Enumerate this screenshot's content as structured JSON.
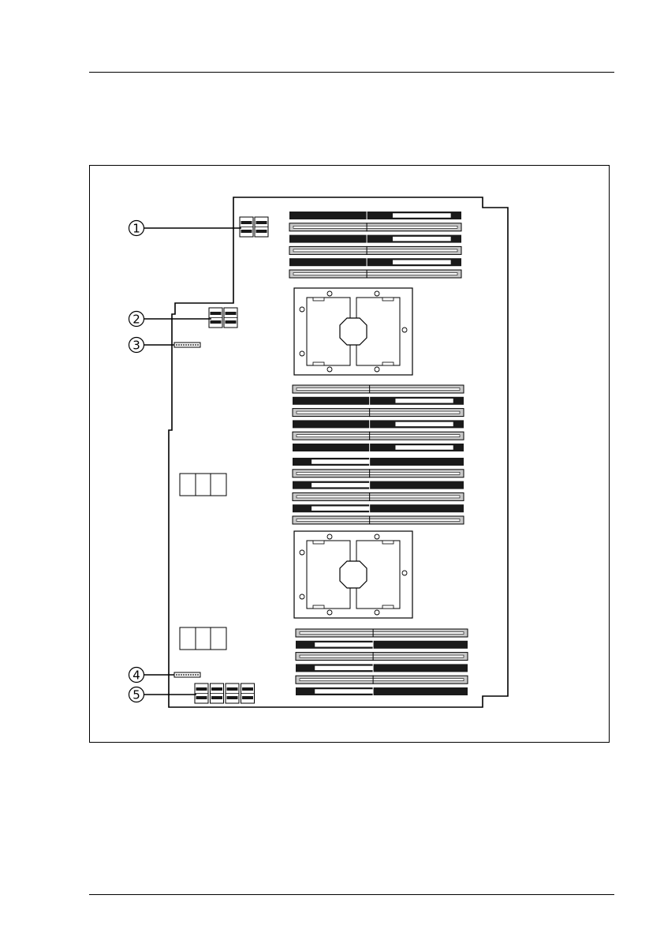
{
  "callouts": [
    {
      "label": "1",
      "target": "connector-group-1"
    },
    {
      "label": "2",
      "target": "connector-group-2"
    },
    {
      "label": "3",
      "target": "header-3"
    },
    {
      "label": "4",
      "target": "header-4"
    },
    {
      "label": "5",
      "target": "connector-group-5"
    }
  ],
  "colors": {
    "line": "#000000",
    "slot_dark": "#1a1a1a",
    "slot_light": "#c8c8c8",
    "background": "#ffffff"
  }
}
